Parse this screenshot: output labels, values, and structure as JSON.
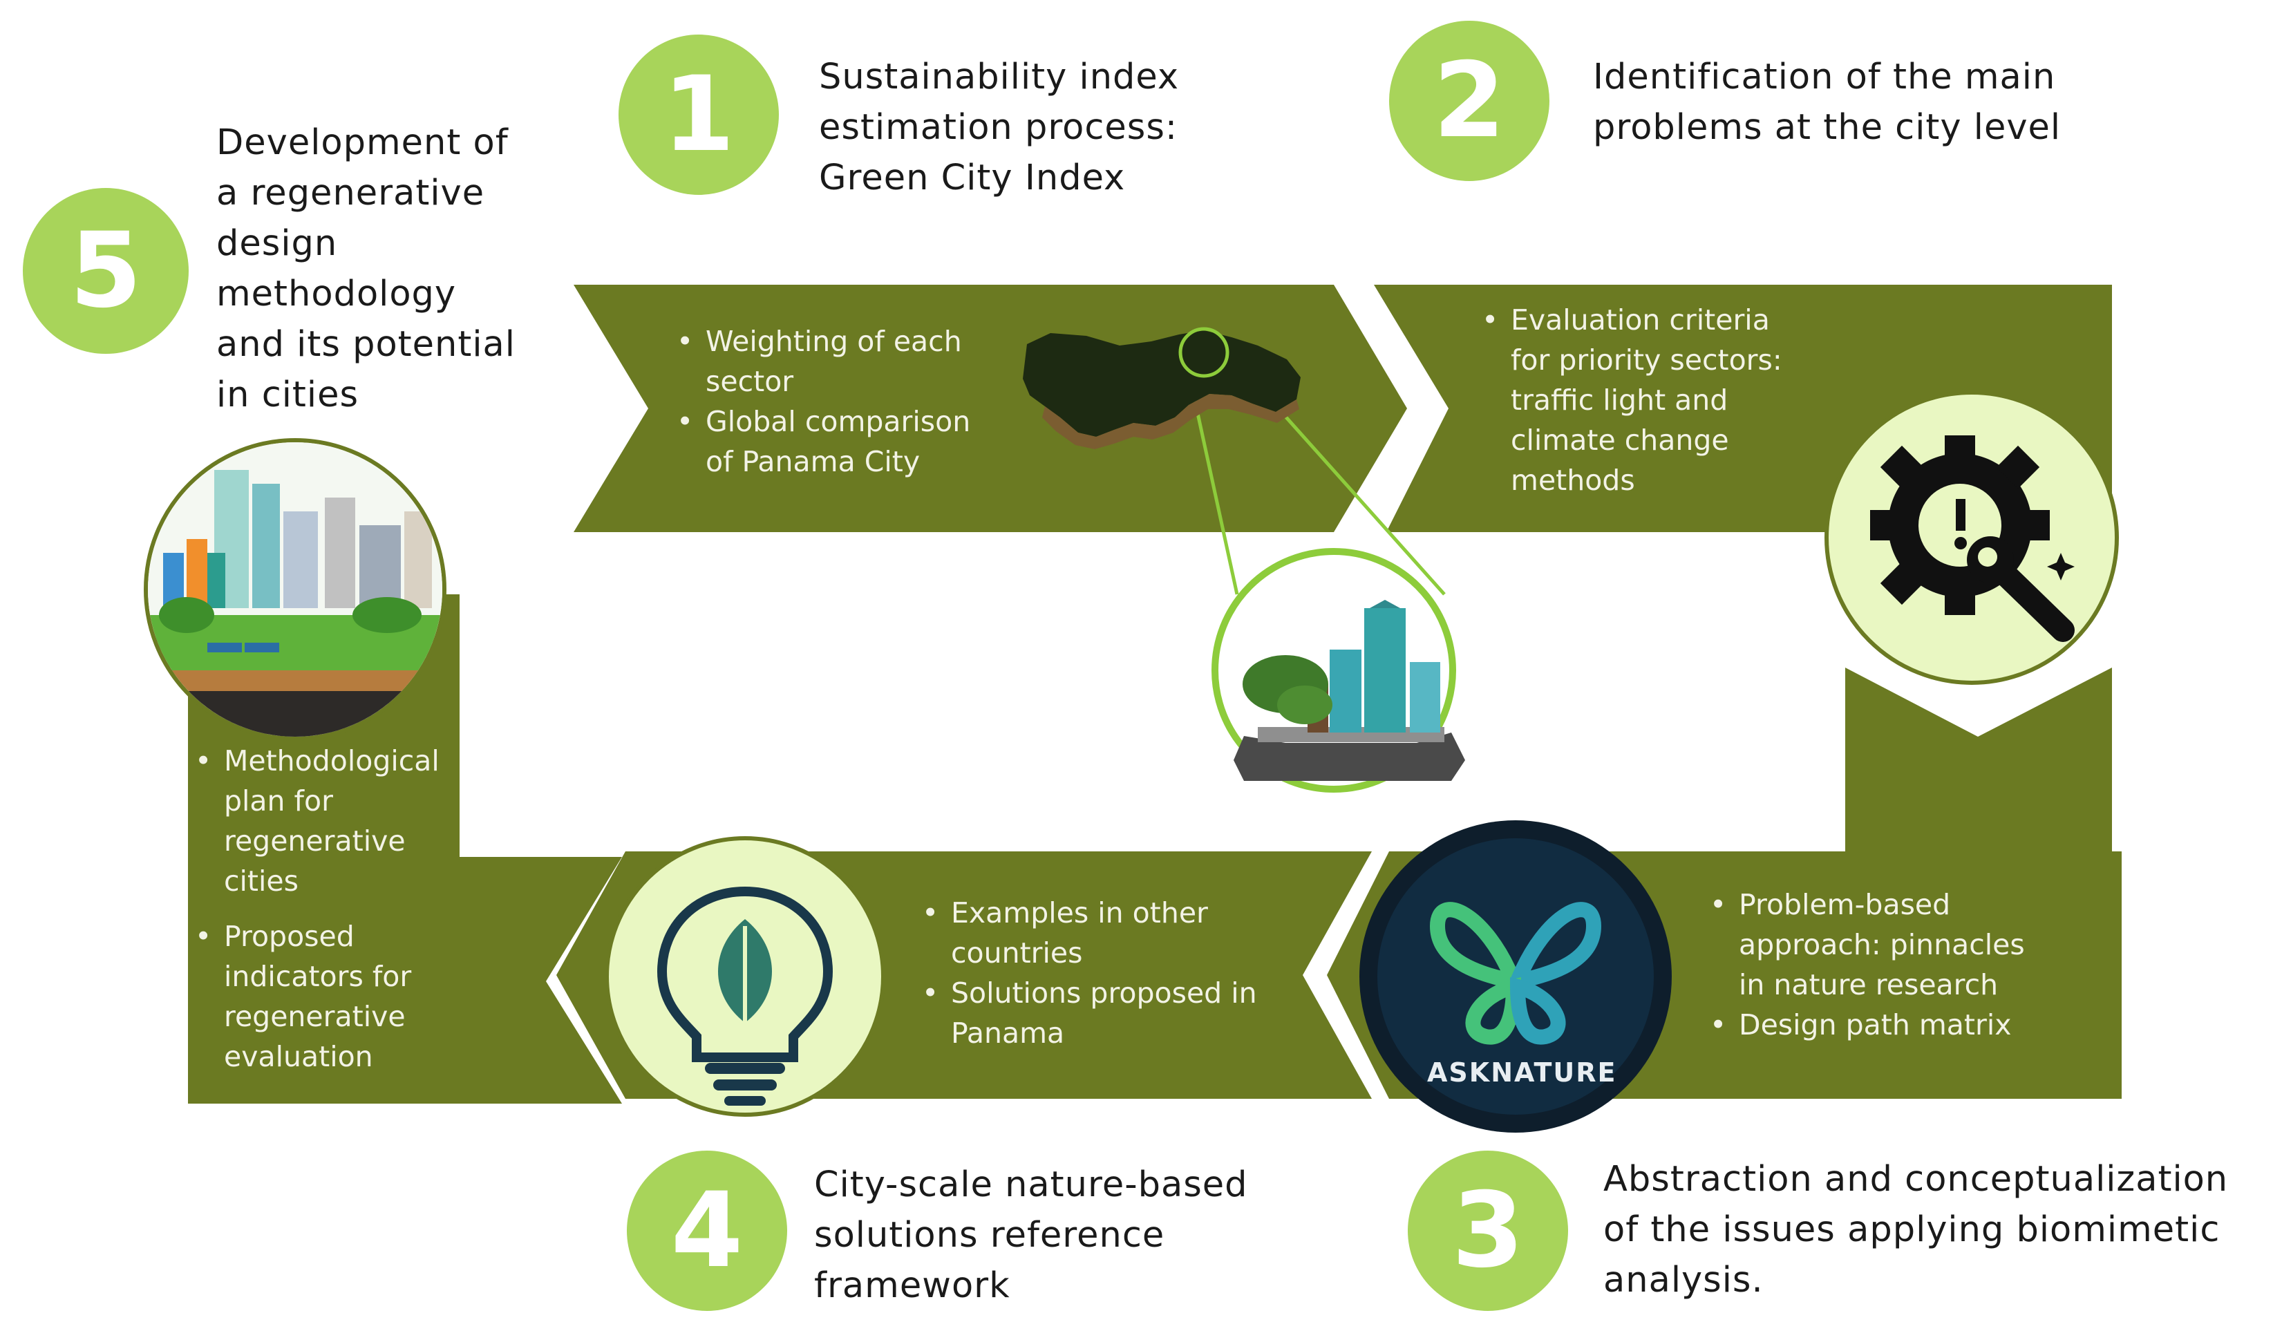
{
  "colors": {
    "band": "#6b7a22",
    "accent": "#a8d45a",
    "pale": "#e9f7c2",
    "text": "#1a1a1a",
    "band_text": "#f3f3e6"
  },
  "steps": [
    {
      "number": "1",
      "title_lines": [
        "Sustainability index",
        "estimation process:",
        "Green City Index"
      ],
      "bullets": [
        {
          "lines": [
            "Weighting of each",
            "sector"
          ]
        },
        {
          "lines": [
            "Global comparison",
            "of Panama City"
          ]
        }
      ]
    },
    {
      "number": "2",
      "title_lines": [
        "Identification of the main",
        "problems at the city level"
      ],
      "bullets": [
        {
          "lines": [
            "Evaluation criteria",
            "for priority sectors:",
            "traffic light and",
            "climate change",
            "methods"
          ]
        }
      ]
    },
    {
      "number": "3",
      "title_lines": [
        "Abstraction and conceptualization",
        "of the issues applying biomimetic",
        "analysis."
      ],
      "bullets": [
        {
          "lines": [
            "Problem-based",
            "approach: pinnacles",
            "in nature research"
          ]
        },
        {
          "lines": [
            "Design path matrix"
          ]
        }
      ]
    },
    {
      "number": "4",
      "title_lines": [
        "City-scale nature-based",
        "solutions reference",
        "framework"
      ],
      "bullets": [
        {
          "lines": [
            "Examples in other",
            "countries"
          ]
        },
        {
          "lines": [
            "Solutions proposed in",
            "Panama"
          ]
        }
      ]
    },
    {
      "number": "5",
      "title_lines": [
        "Development of",
        "a regenerative",
        "design",
        "methodology",
        "and its potential",
        "in cities"
      ],
      "bullets": [
        {
          "lines": [
            "Methodological",
            "plan for",
            "regenerative",
            "cities"
          ]
        },
        {
          "lines": [
            "Proposed",
            "indicators for",
            "regenerative",
            "evaluation"
          ]
        }
      ]
    }
  ],
  "images": {
    "panama_map": "panama-map-icon",
    "panama_city": "panama-city-skyline-icon",
    "problem_gear": "gear-wrench-alert-icon",
    "asknature_logo": "asknature-butterfly-logo",
    "asknature_text": "ASKNATURE",
    "bulb": "leaf-lightbulb-icon",
    "green_city": "green-city-illustration"
  }
}
